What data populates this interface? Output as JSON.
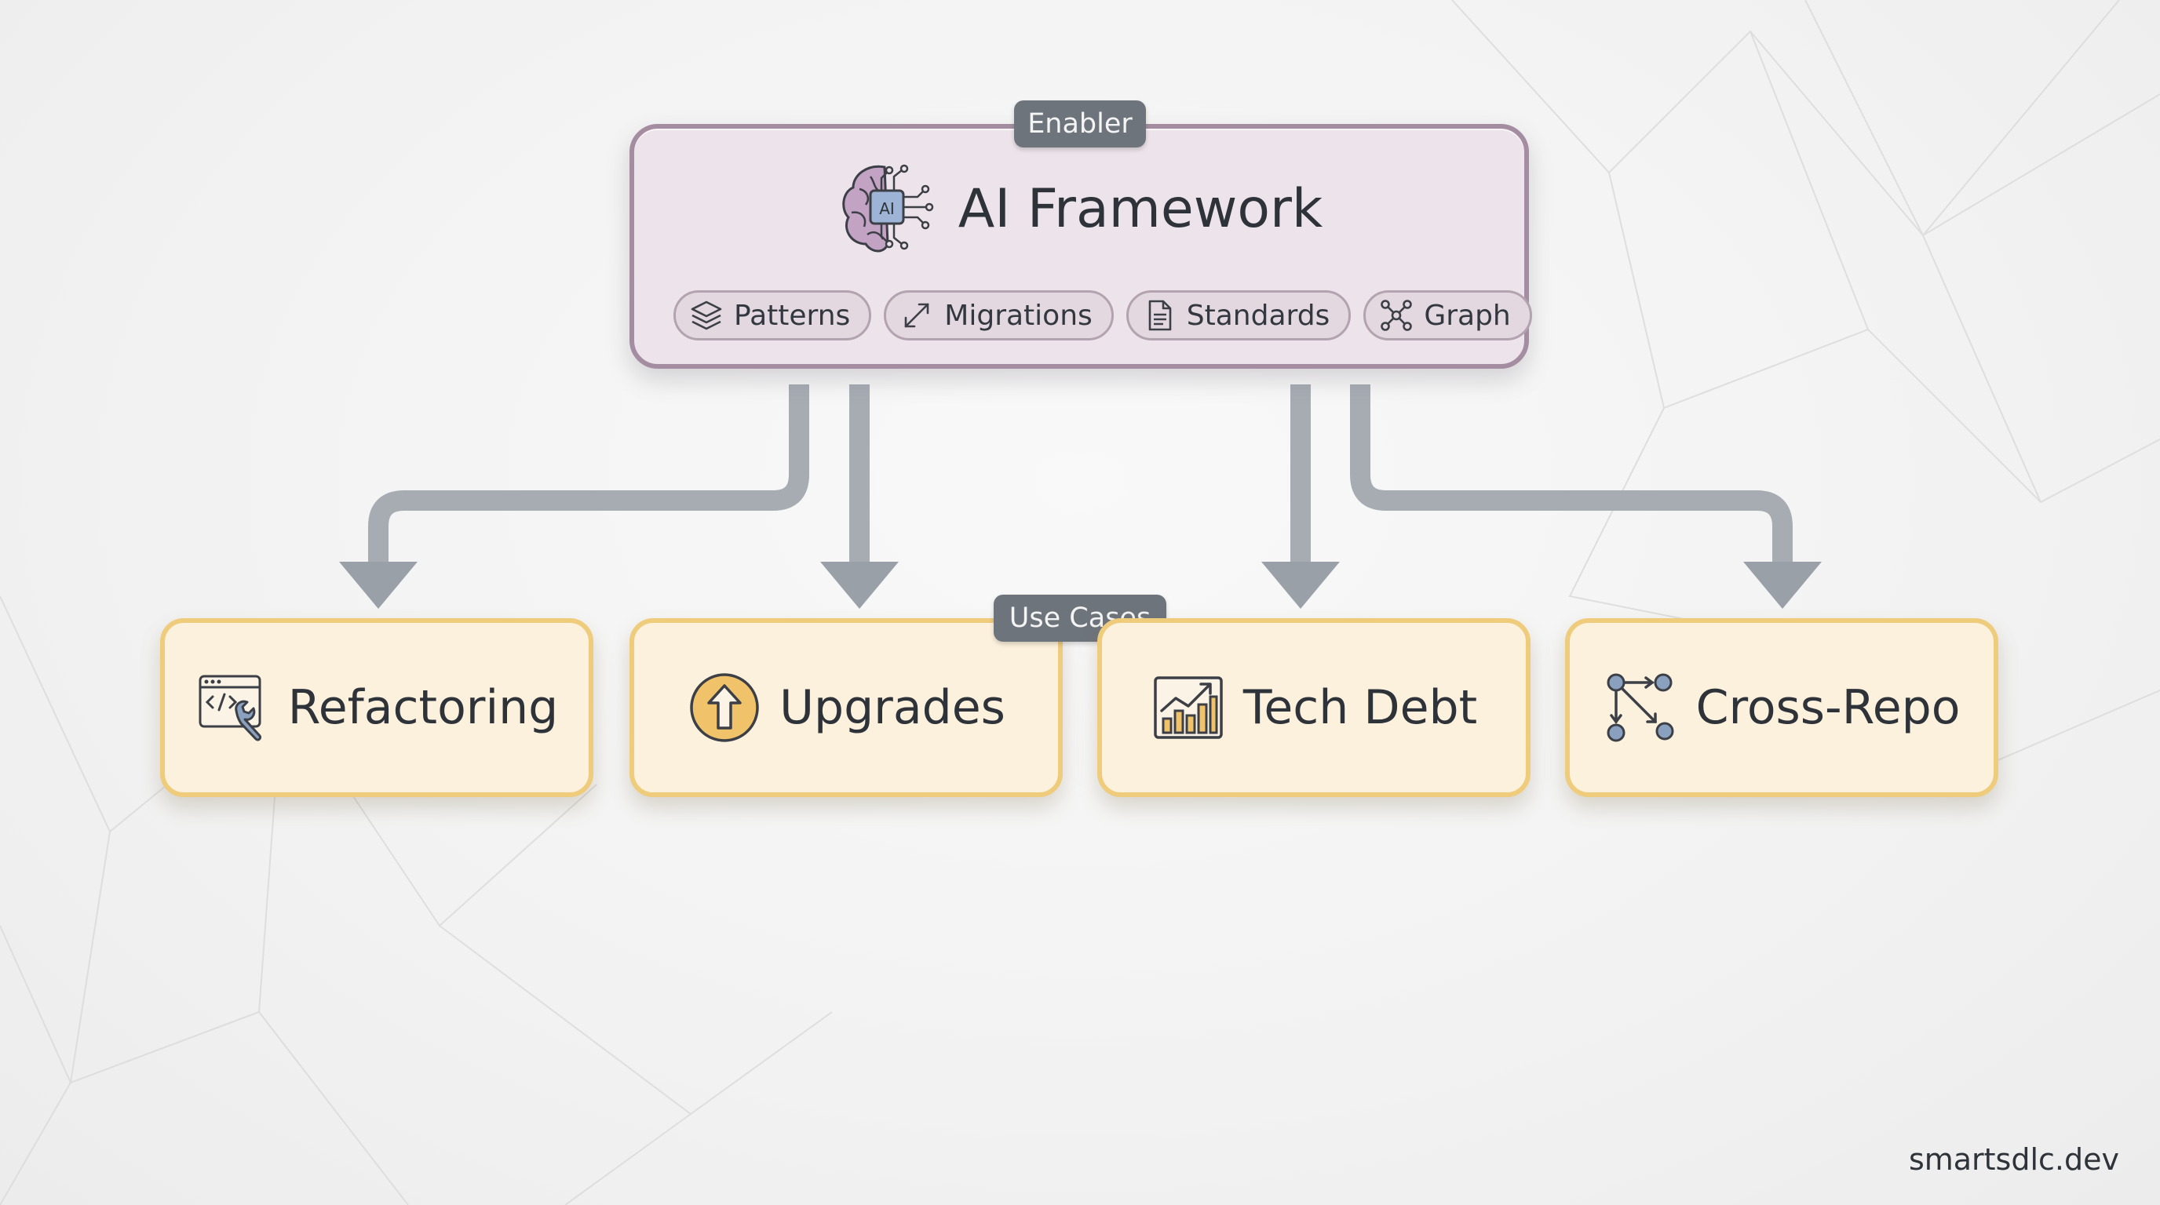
{
  "enabler_tag": "Enabler",
  "framework": {
    "title": "AI Framework",
    "icon": "ai-brain-chip-icon",
    "chips": [
      {
        "label": "Patterns",
        "icon": "layers-icon"
      },
      {
        "label": "Migrations",
        "icon": "expand-arrows-icon"
      },
      {
        "label": "Standards",
        "icon": "document-icon"
      },
      {
        "label": "Graph",
        "icon": "graph-nodes-icon"
      }
    ]
  },
  "use_cases_tag": "Use Cases",
  "use_cases": [
    {
      "label": "Refactoring",
      "icon": "code-window-wrench-icon"
    },
    {
      "label": "Upgrades",
      "icon": "upgrade-arrow-icon"
    },
    {
      "label": "Tech Debt",
      "icon": "bar-chart-trend-icon"
    },
    {
      "label": "Cross-Repo",
      "icon": "repo-network-icon"
    }
  ],
  "footer": "smartsdlc.dev",
  "colors": {
    "framework_border": "#a48da0",
    "framework_fill": "#ede3ea",
    "use_case_border": "#efcb7c",
    "use_case_fill": "#fcf1dc",
    "arrow": "#a7acb3",
    "tag_fill": "#6e747c"
  }
}
